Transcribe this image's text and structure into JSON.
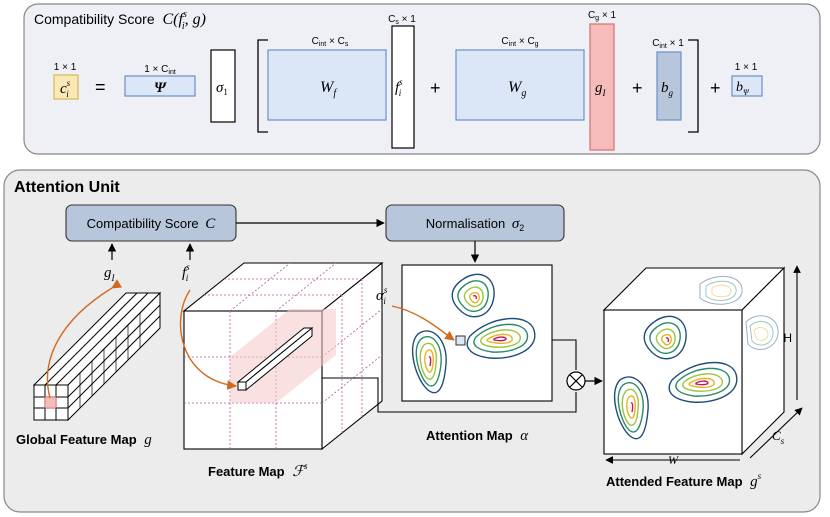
{
  "top_panel": {
    "title_prefix": "Compatibility Score",
    "title_math": "C(f",
    "title_sup": "s",
    "title_sub": "i",
    "title_rest": ", g)",
    "lhs": "c",
    "lhs_dim": "1 × 1",
    "equals": "=",
    "psi": "Ψ",
    "psi_dim": "1 × C",
    "psi_dim_sub": "int",
    "sigma1": "σ",
    "sigma1_sub": "1",
    "wf": "W",
    "wf_sub": "f",
    "wf_dim": "C",
    "wf_dim_sub": "int",
    "wf_dim_tail": " × C",
    "wf_dim_tail_sub": "s",
    "fi": "f",
    "fi_dim": "C",
    "fi_dim_sub": "s",
    "fi_dim_tail": " × 1",
    "plus": "+",
    "wg": "W",
    "wg_sub": "g",
    "wg_dim": "C",
    "wg_dim_sub": "int",
    "wg_dim_tail": " × C",
    "wg_dim_tail_sub": "g",
    "gi": "g",
    "gi_sub": "I",
    "gi_dim": "C",
    "gi_dim_sub": "g",
    "gi_dim_tail": " × 1",
    "bg": "b",
    "bg_sub": "g",
    "bg_dim": "C",
    "bg_dim_sub": "int",
    "bg_dim_tail": " × 1",
    "bpsi": "b",
    "bpsi_sub": "Ψ",
    "bpsi_dim": "1 × 1"
  },
  "attention_unit": {
    "title": "Attention Unit",
    "compat_label": "Compatibility Score",
    "compat_math": "C",
    "norm_label": "Normalisation",
    "norm_math": "σ",
    "norm_sub": "2",
    "gi_label": "g",
    "gi_sub": "I",
    "fi_label": "f",
    "fi_sup": "s",
    "fi_sub": "i",
    "alpha_label": "α",
    "alpha_sup": "s",
    "alpha_sub": "i",
    "global_map_label": "Global Feature Map",
    "global_map_math": "g",
    "feature_map_label": "Feature Map",
    "feature_map_math": "ℱ",
    "feature_map_sup": "s",
    "attention_map_label": "Attention Map",
    "attention_map_math": "α",
    "attended_map_label": "Attended Feature Map",
    "attended_map_math": "g",
    "attended_map_sup": "s",
    "dim_h": "H",
    "dim_w": "W",
    "dim_c": "C",
    "dim_c_sub": "s"
  },
  "colors": {
    "panel_bg": "#eef0f6",
    "unit_bg": "#ececec",
    "box_blue": "#dbe7f7",
    "box_blue_stroke": "#6b8fc9",
    "node_fill": "#b7c6da",
    "red_fill": "#f6bcbc",
    "red_stroke": "#d47070",
    "yellow_fill": "#fbe9b5",
    "yellow_stroke": "#d8b75a",
    "orange_arrow": "#d2691e"
  }
}
